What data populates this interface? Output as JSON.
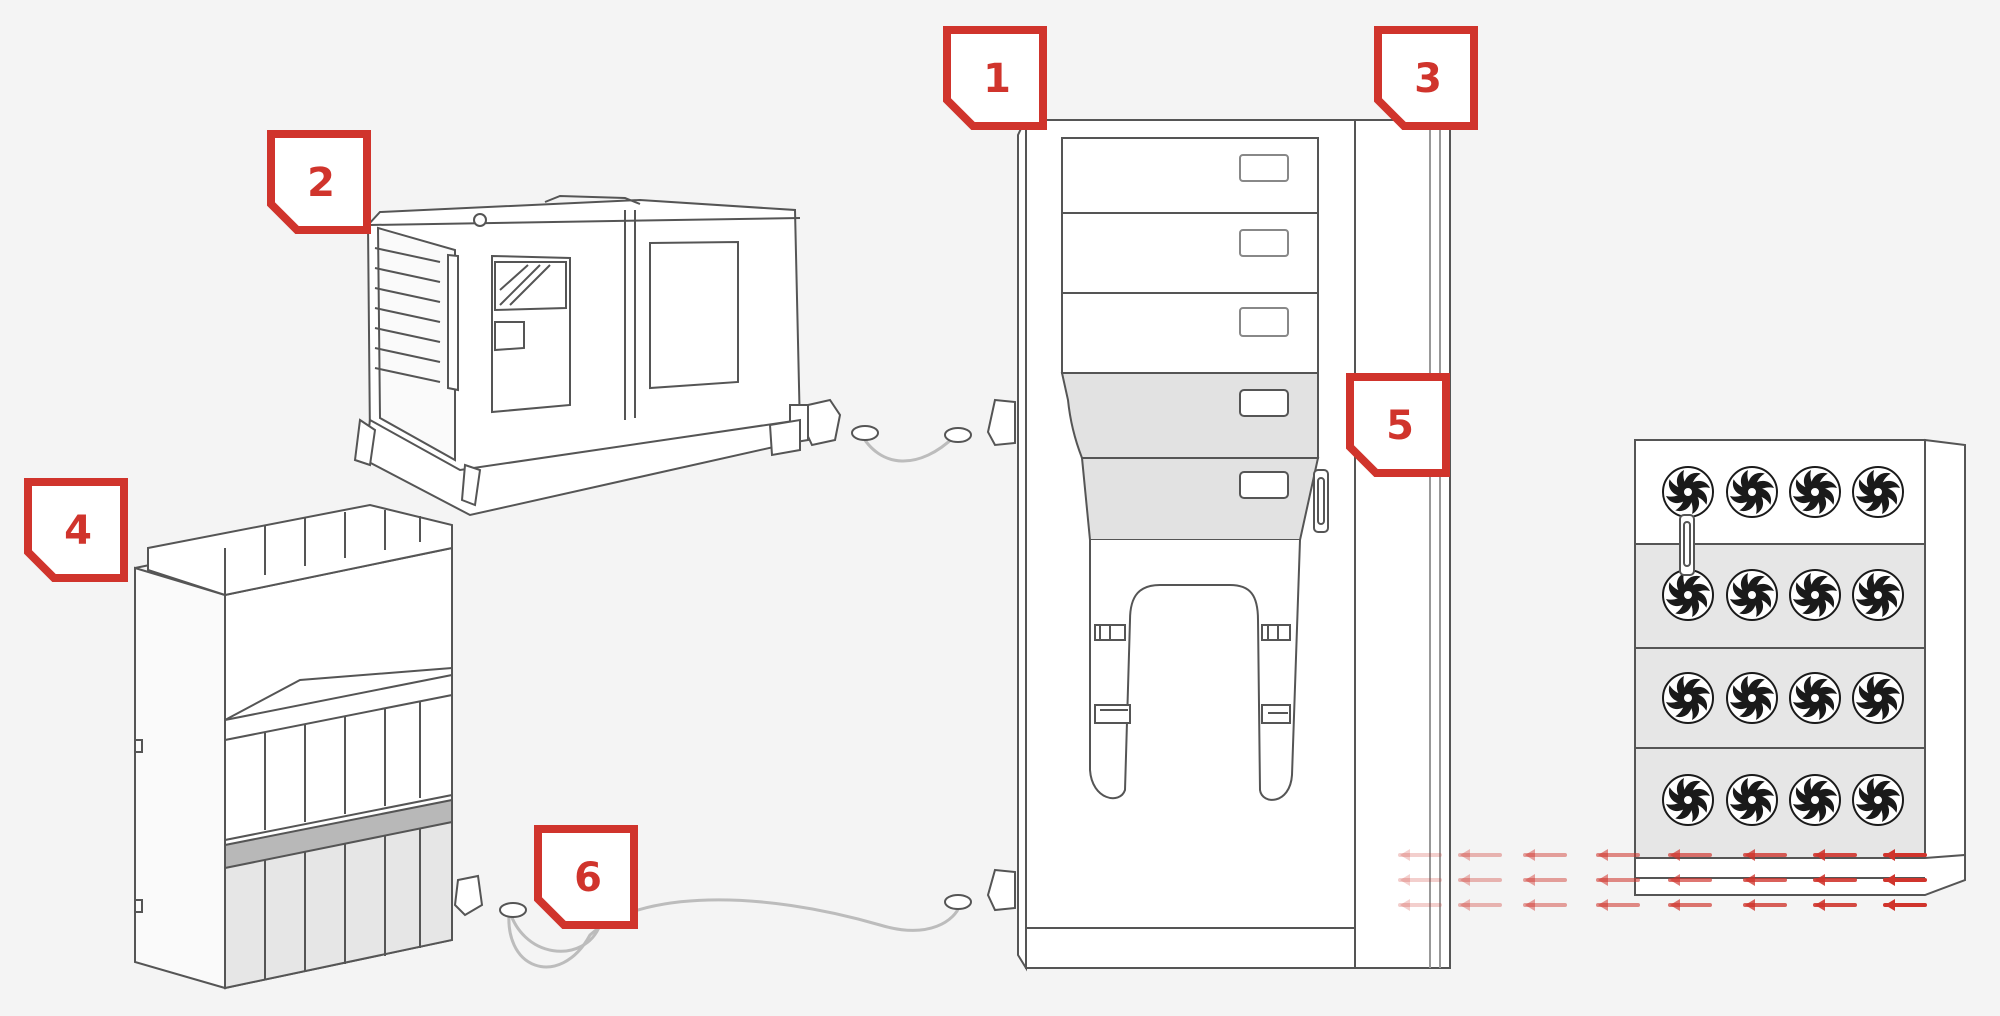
{
  "callouts": [
    {
      "id": "callout-1",
      "number": "1"
    },
    {
      "id": "callout-2",
      "number": "2"
    },
    {
      "id": "callout-3",
      "number": "3"
    },
    {
      "id": "callout-4",
      "number": "4"
    },
    {
      "id": "callout-5",
      "number": "5"
    },
    {
      "id": "callout-6",
      "number": "6"
    }
  ],
  "colors": {
    "accent": "#d0342c",
    "line": "#555555",
    "background": "#f4f4f4",
    "panel_fill": "#ffffff",
    "panel_shaded": "#e2e2e2",
    "cable": "#b8b8b8",
    "fan": "#1a1a1a"
  },
  "components": {
    "cabinet": "ups-cabinet",
    "generator": "generator-set",
    "battery": "battery-cabinet",
    "cooling": "cooling-unit",
    "airflow": "airflow-arrows"
  }
}
